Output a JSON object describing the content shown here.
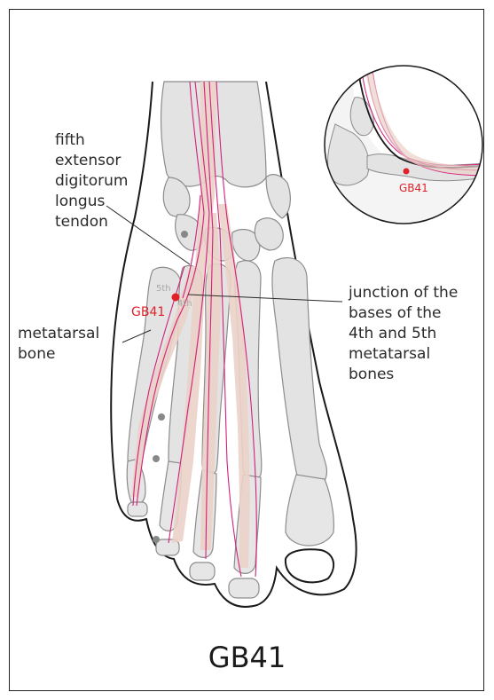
{
  "point_code": "GB41",
  "title": "GB41",
  "labels": {
    "tendon": [
      "fifth",
      "extensor",
      "digitorum",
      "longus",
      "tendon"
    ],
    "junction": [
      "junction of the",
      "bases of the",
      "4th and 5th",
      "metatarsal",
      "bones"
    ],
    "metatarsal": [
      "metatarsal",
      "bone"
    ],
    "bone_4th": "4th",
    "bone_5th": "5th",
    "inset_point": "GB41"
  },
  "colors": {
    "point": "#e0202a",
    "meridian": "#d4207a",
    "tendon": "#e8cfc6",
    "bone": "#e3e3e3",
    "outline": "#1a1a1a"
  }
}
